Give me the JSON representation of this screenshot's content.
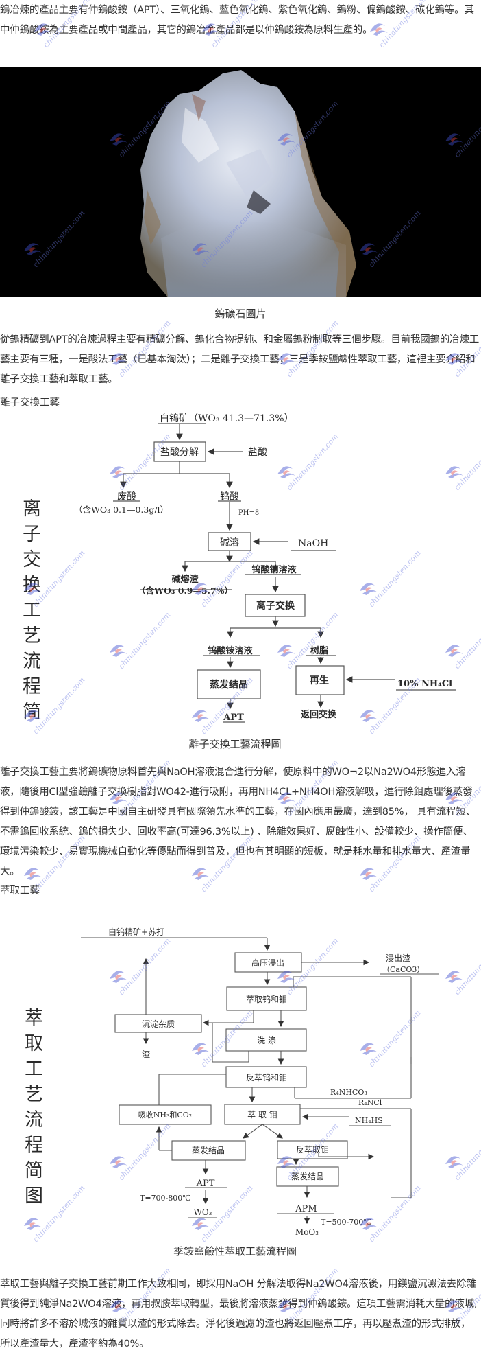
{
  "paragraphs": {
    "intro": "鎢冶煉的產品主要有仲鎢酸銨（APT）、三氧化鎢、藍色氧化鎢、紫色氧化鎢、鎢粉、偏鎢酸銨、碳化鎢等。其中仲鎢酸銨為主要產品或中間產品，其它的鎢冶金產品都是以仲鎢酸銨為原料生產的。",
    "overview": "從鎢精礦到APT的冶煉過程主要有精礦分解、鎢化合物提純、和金屬鎢粉制取等三個步驟。目前我國鎢的冶煉工藝主要有三種，一是酸法工藝（已基本淘汰）；二是離子交換工藝；三是季銨鹽鹼性萃取工藝，這裡主要介紹和離子交換工藝和萃取工藝。",
    "ion_exchange": "離子交換工藝主要將鎢礦物原料首先與NaOH溶液混合進行分解，使原料中的WO¬2以Na2WO4形態進入溶液，隨後用Cl型強鹼離子交換樹脂對WO42-進行吸附，再用NH4CL+NH4OH溶液解吸，進行除鉬處理後蒸發得到仲鎢酸銨，該工藝是中國自主研發具有國際領先水準的工藝，在國內應用最廣，達到85%， 具有流程短、不需鎢回收系統、鎢的損失少、回收率高(可達96.3%以上) 、除雜效果好、腐蝕性小、設備較少、操作簡便、環境污染較少、易實現機械自動化等優點而得到普及，但也有其明顯的短板，就是耗水量和排水量大、產渣量大。",
    "extraction": "萃取工藝與離子交換工藝前期工作大致相同，即採用NaOH 分解法取得Na2WO4溶液後，用鎂鹽沉澱法去除雜質後得到純淨Na2WO4溶液，再用叔胺萃取轉型，最後將溶液蒸發得到仲鎢酸銨。這項工藝需消耗大量的液城,同時將許多不溶於城液的雜質以渣的形式除去。淨化後過濾的渣也將返回壓煮工序，再以壓煮渣的形式排放，所以產渣量大，產渣率約為40%。"
  },
  "headings": {
    "ion_exchange": "離子交換工藝",
    "extraction": "萃取工藝"
  },
  "captions": {
    "ore_photo": "鎢礦石圖片",
    "ion_exchange_diagram": "離子交換工藝流程圖",
    "extraction_diagram": "季銨鹽鹼性萃取工藝流程圖"
  },
  "watermark": {
    "text": "chinatungsten.com",
    "color": "#9aa4e6",
    "logo_colors": [
      "#3040c0",
      "#e04040"
    ]
  },
  "diagram_ion_exchange": {
    "side_title": "离子交换工艺流程简图",
    "input": "白钨矿（WO₃ 41.3—71.3%）",
    "hcl": "盐酸",
    "step_hcl": "盐酸分解",
    "waste_acid": "废酸",
    "waste_acid_note": "（含WO₃ 0.1—0.3g/l）",
    "tungstic_acid": "钨酸",
    "ph": "PH=8",
    "step_alkali": "碱溶",
    "naoh": "NaOH",
    "alkali_slag": "碱熔渣",
    "alkali_slag_note": "（含WO₃ 0.9—5.7%）",
    "sodium_tungstate": "钨酸钠溶液",
    "step_ion": "离子交换",
    "ammonium_tungstate": "钨酸铵溶液",
    "resin": "树脂",
    "step_evap": "蒸发结晶",
    "step_regen": "再生",
    "nh4cl": "10% NH₄Cl",
    "apt": "APT",
    "return": "返回交换"
  },
  "diagram_extraction": {
    "side_title": "萃取工艺流程简图",
    "input": "白钨精矿+苏打",
    "step_leach": "高压浸出",
    "leach_slag": "浸出渣",
    "leach_slag_note": "（CaCO3）",
    "step_extract_w_mo": "萃取钨和钼",
    "step_precip": "沉淀杂质",
    "slag": "渣",
    "step_wash": "洗 涤",
    "step_strip_w_mo": "反萃钨和钼",
    "r4nhco3": "R₄NHCO₃",
    "r4ncl": "R₄NCl",
    "nh4hs": "NH₄HS",
    "step_absorb": "吸收NH₃和CO₂",
    "step_extract_mo": "萃 取 钼",
    "step_evap": "蒸发结晶",
    "step_strip_mo": "反萃取钼",
    "step_evap2": "蒸发结晶",
    "apt": "APT",
    "t1": "T=700-800℃",
    "wo3": "WO₃",
    "apm": "APM",
    "t2": "T=500-700℃",
    "moo3": "MoO₃"
  }
}
